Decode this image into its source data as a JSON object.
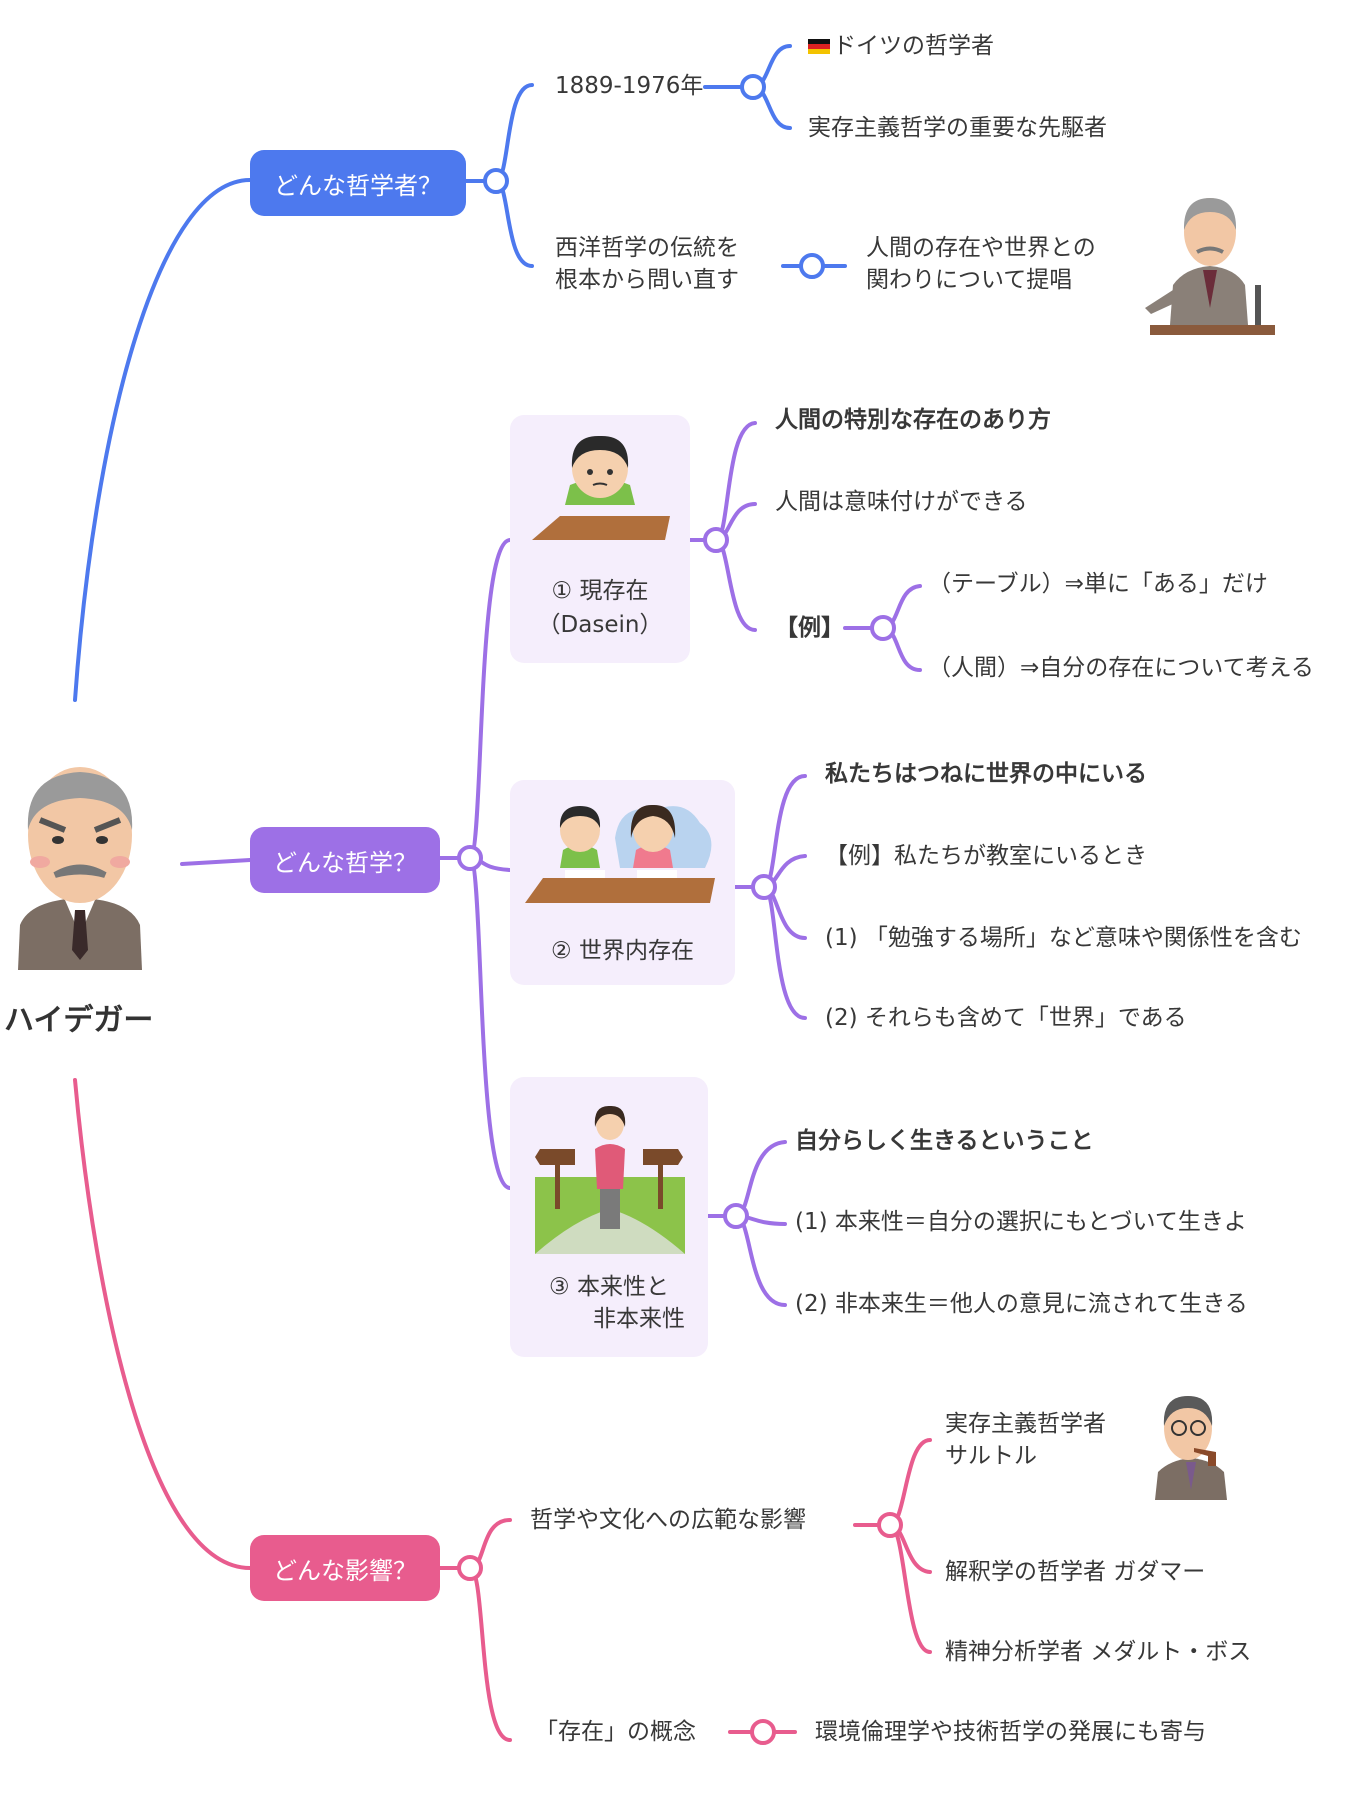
{
  "root": {
    "name": "ハイデガー"
  },
  "colors": {
    "blue": "#4d79ee",
    "purple": "#9d70e6",
    "pink": "#e85c8e",
    "card": "#f5eefc"
  },
  "branches": {
    "who": {
      "label": "どんな哲学者？",
      "years": "1889-1976年",
      "german_flag_icon": "german-flag-icon",
      "german": "ドイツの哲学者",
      "pioneer": "実存主義哲学の重要な先駆者",
      "western_1": "西洋哲学の伝統を",
      "western_2": "根本から問い直す",
      "proposal_1": "人間の存在や世界との",
      "proposal_2": "関わりについて提唱"
    },
    "philosophy": {
      "label": "どんな哲学？",
      "dasein": {
        "cap_1": "① 現存在",
        "cap_2": "（Dasein）",
        "p1": "人間の特別な存在のあり方",
        "p2": "人間は意味付けができる",
        "ex": "【例】",
        "ex1": "（テーブル）⇒単に「ある」だけ",
        "ex2": "（人間）⇒自分の存在について考える"
      },
      "world": {
        "cap": "② 世界内存在",
        "p1": "私たちはつねに世界の中にいる",
        "p2": "【例】私たちが教室にいるとき",
        "p3": "(1) 「勉強する場所」など意味や関係性を含む",
        "p4": "(2) それらも含めて「世界」である"
      },
      "authentic": {
        "cap_1": "③ 本来性と",
        "cap_2": "非本来性",
        "p1": "自分らしく生きるということ",
        "p2": "(1) 本来性＝自分の選択にもとづいて生きよ",
        "p3": "(2) 非本来生＝他人の意見に流されて生きる"
      }
    },
    "influence": {
      "label": "どんな影響？",
      "broad": "哲学や文化への広範な影響",
      "sartre_1": "実存主義哲学者",
      "sartre_2": "サルトル",
      "gadamer": "解釈学の哲学者 ガダマー",
      "boss": "精神分析学者 メダルト・ボス",
      "being": "「存在」の概念",
      "ethics": "環境倫理学や技術哲学の発展にも寄与"
    }
  }
}
